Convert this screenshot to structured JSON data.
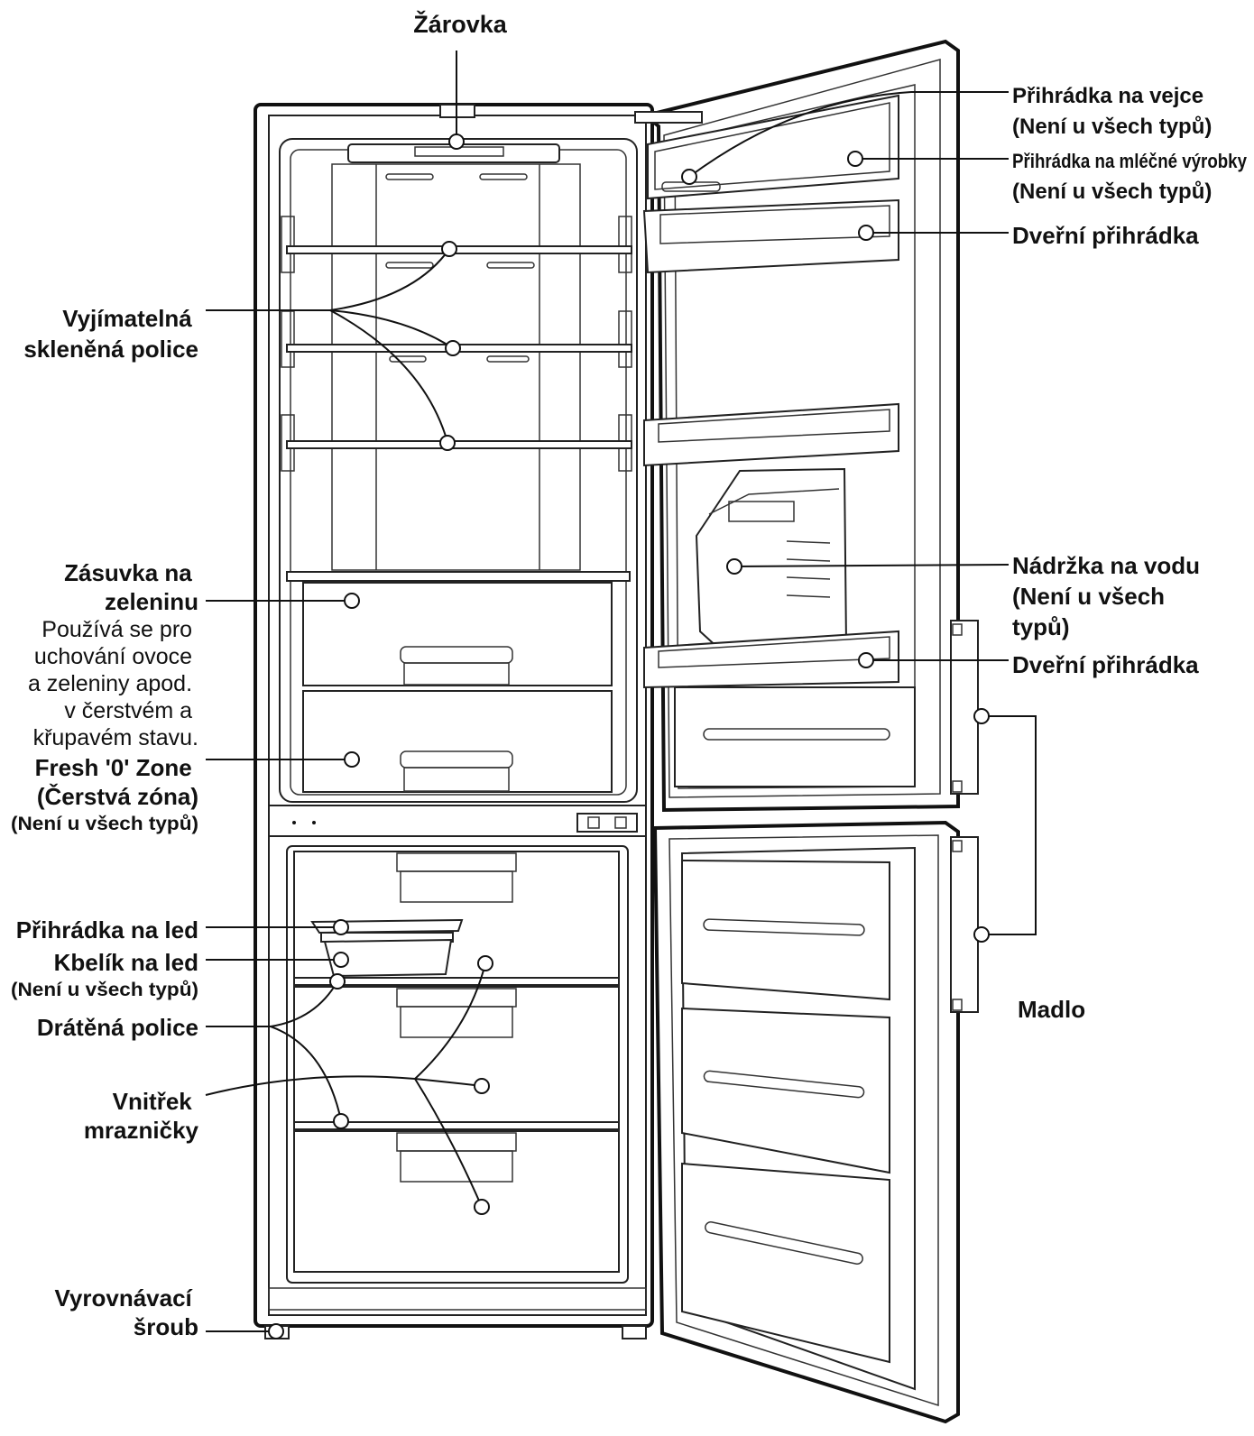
{
  "labels": {
    "bulb": "Žárovka",
    "egg_tray": [
      "Přihrádka na vejce",
      "(Není u všech typů)"
    ],
    "dairy": [
      "Přihrádka na mléčné výrobky",
      "(Není u všech typů)"
    ],
    "door_bin_top": "Dveřní přihrádka",
    "glass_shelf": [
      "Vyjímatelná",
      "skleněná police"
    ],
    "vegetable_drawer": [
      "Zásuvka na",
      "zeleninu"
    ],
    "vegetable_desc": [
      "Používá se pro",
      "uchování ovoce",
      "a zeleniny apod.",
      "v čerstvém a",
      "křupavém stavu."
    ],
    "fresh_zone": [
      "Fresh '0' Zone",
      "(Čerstvá zóna)",
      "(Není u všech typů)"
    ],
    "water_tank": [
      "Nádržka na vodu",
      "(Není u všech",
      "typů)"
    ],
    "door_bin_bottom": "Dveřní přihrádka",
    "ice_tray": "Přihrádka na led",
    "ice_bucket": [
      "Kbelík na led",
      "(Není u všech typů)"
    ],
    "wire_shelf": "Drátěná police",
    "freezer_inside": [
      "Vnitřek",
      "mrazničky"
    ],
    "handle": "Madlo",
    "leveling_screw": [
      "Vyrovnávací",
      "šroub"
    ]
  }
}
